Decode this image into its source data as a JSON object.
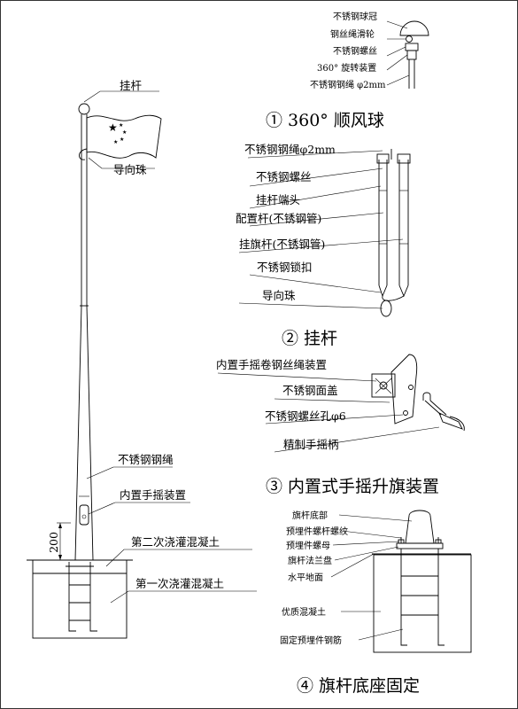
{
  "left": {
    "hang_rod": "挂杆",
    "guide_bead": "导向珠",
    "steel_rope": "不锈钢钢绳",
    "winch": "内置手摇装置",
    "dim_200": "200",
    "second_pour": "第二次浇灌混凝土",
    "first_pour": "第一次浇灌混凝土"
  },
  "section1": {
    "labels": [
      "不锈钢球冠",
      "钢丝绳滑轮",
      "不锈钢螺丝",
      "360° 旋转装置",
      "不锈钢钢绳 φ2mm"
    ],
    "title": "① 360° 顺风球"
  },
  "section2": {
    "labels": [
      "不锈钢钢绳φ2mm",
      "不锈钢螺丝",
      "挂杆端头",
      "配置杆(不锈钢管)",
      "挂旗杆(不锈钢管)",
      "不锈钢锁扣",
      "导向珠"
    ],
    "title": "② 挂杆"
  },
  "section3": {
    "labels": [
      "内置手摇卷钢丝绳装置",
      "不锈钢面盖",
      "不锈钢螺丝孔φ6",
      "精制手摇柄"
    ],
    "title": "③ 内置式手摇升旗装置"
  },
  "section4": {
    "labels": [
      "旗杆底部",
      "预埋件螺杆螺纹",
      "预埋件螺母",
      "旗杆法兰盘",
      "水平地面",
      "优质混凝土",
      "固定预埋件钢筋"
    ],
    "title": "④ 旗杆底座固定"
  }
}
